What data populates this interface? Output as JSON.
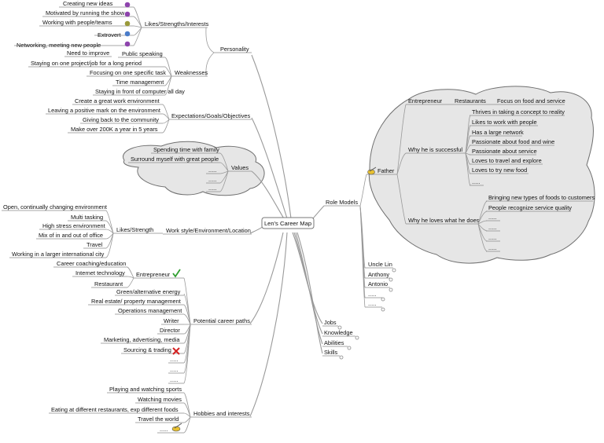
{
  "center": "Len's Career Map",
  "personality": {
    "label": "Personality",
    "likes": {
      "label": "Likes/Strengths/Interests",
      "items": [
        "Creating new ideas",
        "Motivated by running the show",
        "Working with people/teams",
        "Extrovert",
        "Networking, meeting new people"
      ]
    },
    "weaknesses": {
      "label": "Weaknesses",
      "items": [
        "Public speaking",
        "Staying on one project/job for a long period",
        "Focusing on one specific task",
        "Time management",
        "Staying in front of computer all day"
      ],
      "sub_label": "Need to improve"
    }
  },
  "expectations": {
    "label": "Expectations/Goals/Objectives",
    "items": [
      "Create a great work environment",
      "Leaving a positive mark on the environment",
      "Giving back to the community",
      "Make over 200K a year in 5 years"
    ]
  },
  "values": {
    "label": "Values",
    "items": [
      "Spending time with family",
      "Surround myself with great people",
      ".....",
      ".....",
      "....."
    ]
  },
  "work_style": {
    "label": "Work style/Environment/Location",
    "likes_label": "Likes/Strength",
    "items": [
      "Open, continually changing environment",
      "Multi tasking",
      "High stress environment",
      "Mix of in and out of office",
      "Travel",
      "Working in a larger international city"
    ]
  },
  "career_paths": {
    "label": "Potential career paths",
    "entrepreneur": {
      "label": "Entrepreneur",
      "items": [
        "Career coaching/education",
        "Internet technology",
        "Restaurant"
      ]
    },
    "items": [
      "Green/alternative energy",
      "Real estate/ property management",
      "Operations management",
      "Writer",
      "Director",
      "Marketing, advertising, media",
      "Sourcing & trading",
      ".....",
      ".....",
      "....."
    ]
  },
  "hobbies": {
    "label": "Hobbies and interests",
    "items": [
      "Playing and watching sports",
      "Watching movies",
      "Eating at different restaurants, exp different foods",
      "Travel the world",
      "....."
    ]
  },
  "role_models": {
    "label": "Role Models",
    "father": {
      "label": "Father",
      "entrepreneur_label": "Entrepreneur",
      "restaurants_label": "Restaurants",
      "restaurants_item": "Focus on food and service",
      "successful_label": "Why he is successful",
      "successful_items": [
        "Thrives in taking a concept to reality",
        "Likes to work with people",
        "Has a large network",
        "Passionate about food and wine",
        "Passionate about service",
        "Loves to travel and explore",
        "Loves to try new food",
        "....."
      ],
      "loves_label": "Why he loves what he does",
      "loves_items": [
        "Bringing new types of foods to customers",
        "People recognize service quality",
        ".....",
        ".....",
        ".....",
        "....."
      ]
    },
    "others": [
      "Uncle Lin",
      "Anthony",
      "Antonio",
      ".....",
      "....."
    ]
  },
  "other_branches": [
    "Jobs",
    "Knowledge",
    "Abilities",
    "Skills"
  ],
  "colors": {
    "cloud": "#e6e6e6",
    "check": "#2e9e2e",
    "cross": "#d42020",
    "bullet_purple": "#8e44ad",
    "bullet_blue": "#4a7cc9",
    "bullet_olive": "#9a9a3a"
  },
  "icons": [
    "lightbulb-icon",
    "check-icon",
    "cross-icon",
    "hand-pointer-icon"
  ]
}
